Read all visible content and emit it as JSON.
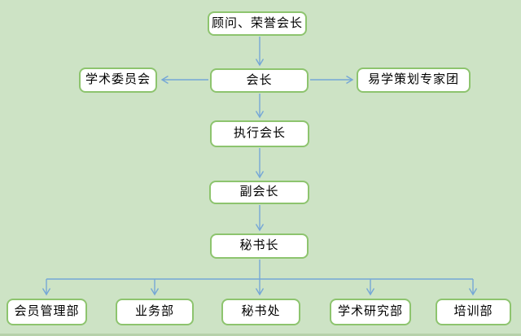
{
  "diagram": {
    "type": "org-flowchart",
    "colors": {
      "background": "#cde3c5",
      "node_fill": "#ffffff",
      "node_border": "#8dc46e",
      "connector": "#75a7d6",
      "text": "#000000"
    },
    "nodes": {
      "advisor": {
        "label": "顾问、荣誉会长"
      },
      "president": {
        "label": "会长"
      },
      "academic_committee": {
        "label": "学术委员会"
      },
      "expert_team": {
        "label": "易学策划专家团"
      },
      "executive_president": {
        "label": "执行会长"
      },
      "vice_president": {
        "label": "副会长"
      },
      "secretary_general": {
        "label": "秘书长"
      },
      "member_management": {
        "label": "会员管理部"
      },
      "business": {
        "label": "业务部"
      },
      "secretariat": {
        "label": "秘书处"
      },
      "academic_research": {
        "label": "学术研究部"
      },
      "training": {
        "label": "培训部"
      }
    },
    "edges": [
      {
        "from": "advisor",
        "to": "president"
      },
      {
        "from": "president",
        "to": "academic_committee"
      },
      {
        "from": "president",
        "to": "expert_team"
      },
      {
        "from": "president",
        "to": "executive_president"
      },
      {
        "from": "executive_president",
        "to": "vice_president"
      },
      {
        "from": "vice_president",
        "to": "secretary_general"
      },
      {
        "from": "secretary_general",
        "to": "member_management"
      },
      {
        "from": "secretary_general",
        "to": "business"
      },
      {
        "from": "secretary_general",
        "to": "secretariat"
      },
      {
        "from": "secretary_general",
        "to": "academic_research"
      },
      {
        "from": "secretary_general",
        "to": "training"
      }
    ]
  }
}
